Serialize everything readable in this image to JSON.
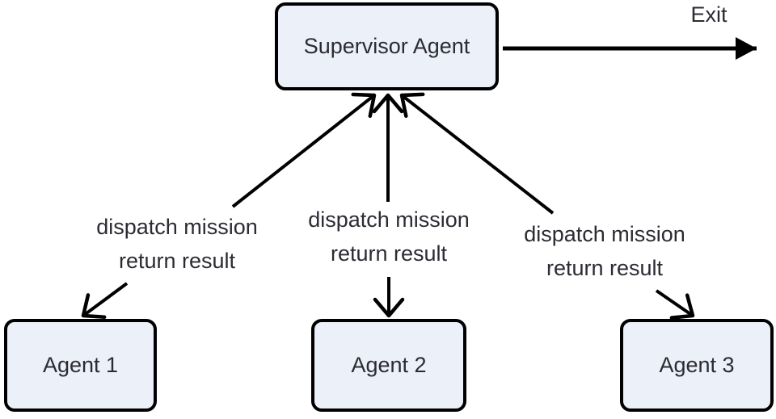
{
  "diagram": {
    "type": "flowchart",
    "nodes": {
      "supervisor": {
        "label": "Supervisor Agent"
      },
      "agent1": {
        "label": "Agent 1"
      },
      "agent2": {
        "label": "Agent 2"
      },
      "agent3": {
        "label": "Agent 3"
      }
    },
    "edges": {
      "supervisor_agent1": {
        "line1": "dispatch mission",
        "line2": "return result"
      },
      "supervisor_agent2": {
        "line1": "dispatch mission",
        "line2": "return result"
      },
      "supervisor_agent3": {
        "line1": "dispatch mission",
        "line2": "return result"
      },
      "exit": {
        "label": "Exit"
      }
    },
    "colors": {
      "background": "#ffffff",
      "node_fill": "#ecf0f9",
      "node_border": "#000000",
      "edge_line": "#000000",
      "text": "#2b2b33"
    }
  }
}
